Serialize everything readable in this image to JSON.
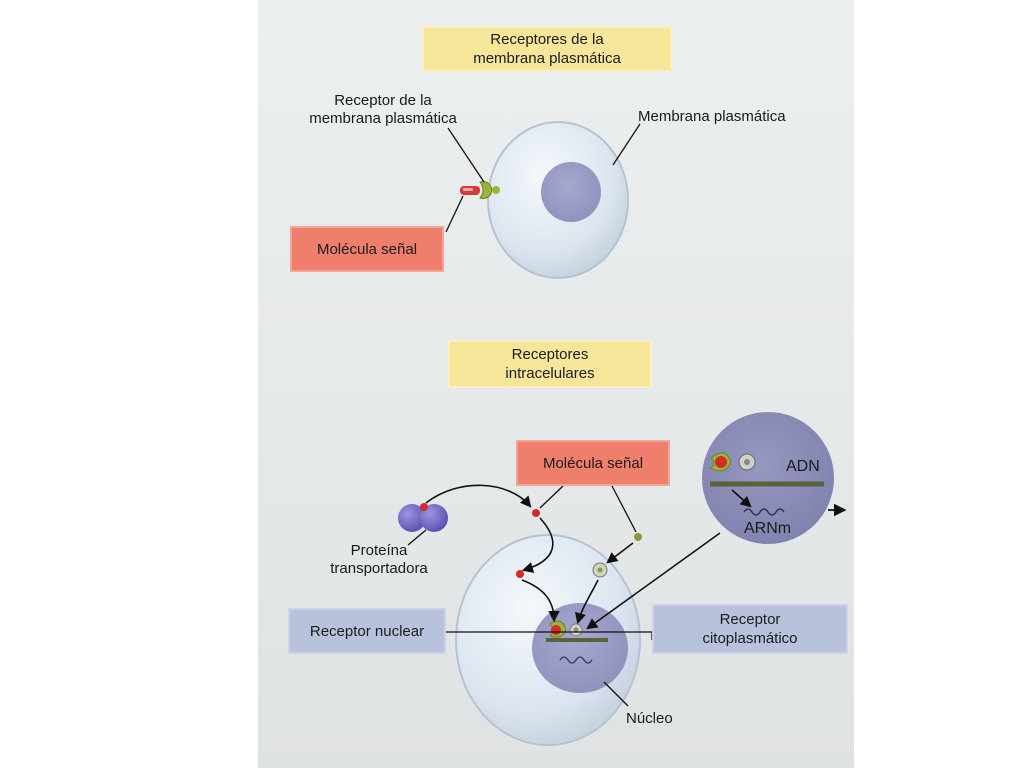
{
  "top_section": {
    "title_line1": "Receptores de la",
    "title_line2": "membrana plasmática",
    "receptor_label_line1": "Receptor de la",
    "receptor_label_line2": "membrana plasmática",
    "membrane_label": "Membrana plasmática",
    "signal_molecule_label": "Molécula señal"
  },
  "bottom_section": {
    "title_line1": "Receptores",
    "title_line2": "intracelulares",
    "signal_molecule_label": "Molécula señal",
    "carrier_protein_line1": "Proteína",
    "carrier_protein_line2": "transportadora",
    "nuclear_receptor_label": "Receptor nuclear",
    "cytoplasmic_receptor_line1": "Receptor",
    "cytoplasmic_receptor_line2": "citoplasmático",
    "nucleus_label": "Núcleo",
    "dna_label": "ADN",
    "mrna_label": "ARNm"
  },
  "colors": {
    "yellow_box": "#f6e69a",
    "red_box": "#ef7f6c",
    "blue_box": "#b8c2dc",
    "cell": "#dde6f0",
    "nucleus": "#9b9cc4",
    "signal_red": "#d42a2a",
    "receptor_green": "#9cb43a"
  }
}
